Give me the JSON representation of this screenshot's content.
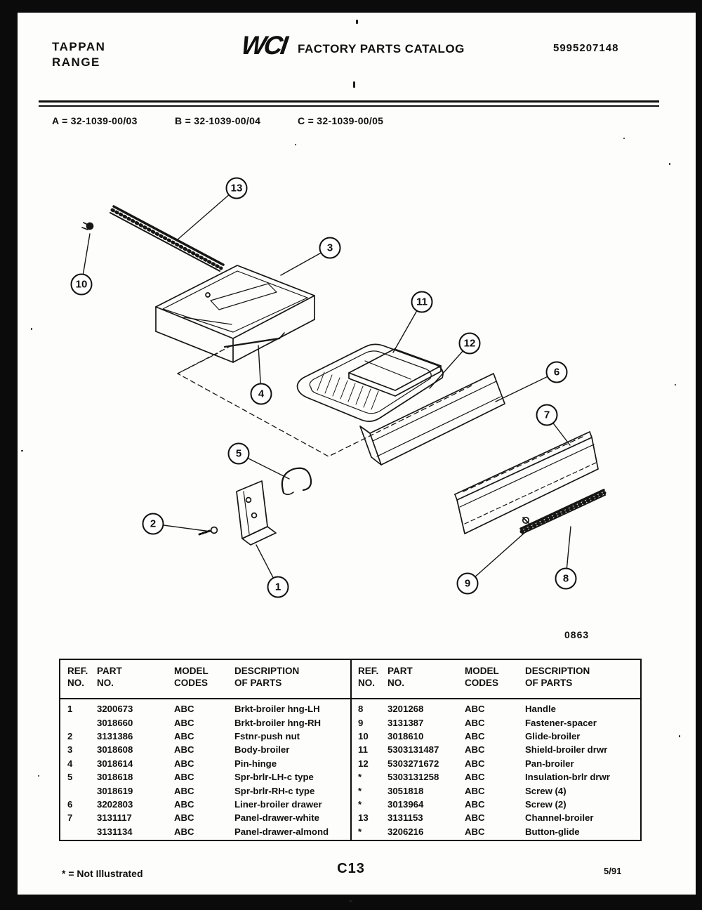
{
  "header": {
    "brand_line1": "TAPPAN",
    "brand_line2": "RANGE",
    "logo_text": "WCI",
    "catalog_title": "FACTORY PARTS CATALOG",
    "publication_number": "5995207148"
  },
  "model_codes": {
    "a": "A = 32-1039-00/03",
    "b": "B = 32-1039-00/04",
    "c": "C = 32-1039-00/05"
  },
  "diagram": {
    "figure_code": "0863",
    "callouts": [
      "1",
      "2",
      "3",
      "4",
      "5",
      "6",
      "7",
      "8",
      "9",
      "10",
      "11",
      "12",
      "13"
    ]
  },
  "parts_table": {
    "headers": {
      "ref_line1": "REF.",
      "ref_line2": "NO.",
      "part_line1": "PART",
      "part_line2": "NO.",
      "model_line1": "MODEL",
      "model_line2": "CODES",
      "desc_line1": "DESCRIPTION",
      "desc_line2": "OF PARTS"
    },
    "left_rows": [
      {
        "ref": "1",
        "part": "3200673",
        "codes": "ABC",
        "desc": "Brkt-broiler hng-LH"
      },
      {
        "ref": "",
        "part": "3018660",
        "codes": "ABC",
        "desc": "Brkt-broiler hng-RH"
      },
      {
        "ref": "2",
        "part": "3131386",
        "codes": "ABC",
        "desc": "Fstnr-push nut"
      },
      {
        "ref": "3",
        "part": "3018608",
        "codes": "ABC",
        "desc": "Body-broiler"
      },
      {
        "ref": "4",
        "part": "3018614",
        "codes": "ABC",
        "desc": "Pin-hinge"
      },
      {
        "ref": "5",
        "part": "3018618",
        "codes": "ABC",
        "desc": "Spr-brlr-LH-c type"
      },
      {
        "ref": "",
        "part": "3018619",
        "codes": "ABC",
        "desc": "Spr-brlr-RH-c type"
      },
      {
        "ref": "6",
        "part": "3202803",
        "codes": "ABC",
        "desc": "Liner-broiler drawer"
      },
      {
        "ref": "7",
        "part": "3131117",
        "codes": "ABC",
        "desc": "Panel-drawer-white"
      },
      {
        "ref": "",
        "part": "3131134",
        "codes": "ABC",
        "desc": "Panel-drawer-almond"
      }
    ],
    "right_rows": [
      {
        "ref": "8",
        "part": "3201268",
        "codes": "ABC",
        "desc": "Handle"
      },
      {
        "ref": "9",
        "part": "3131387",
        "codes": "ABC",
        "desc": "Fastener-spacer"
      },
      {
        "ref": "10",
        "part": "3018610",
        "codes": "ABC",
        "desc": "Glide-broiler"
      },
      {
        "ref": "11",
        "part": "5303131487",
        "codes": "ABC",
        "desc": "Shield-broiler drwr"
      },
      {
        "ref": "12",
        "part": "5303271672",
        "codes": "ABC",
        "desc": "Pan-broiler"
      },
      {
        "ref": "*",
        "part": "5303131258",
        "codes": "ABC",
        "desc": "Insulation-brlr drwr"
      },
      {
        "ref": "*",
        "part": "3051818",
        "codes": "ABC",
        "desc": "Screw (4)"
      },
      {
        "ref": "*",
        "part": "3013964",
        "codes": "ABC",
        "desc": "Screw (2)"
      },
      {
        "ref": "13",
        "part": "3131153",
        "codes": "ABC",
        "desc": "Channel-broiler"
      },
      {
        "ref": "*",
        "part": "3206216",
        "codes": "ABC",
        "desc": "Button-glide"
      }
    ]
  },
  "footer": {
    "note": "* = Not Illustrated",
    "page_code": "C13",
    "revision_date": "5/91"
  }
}
